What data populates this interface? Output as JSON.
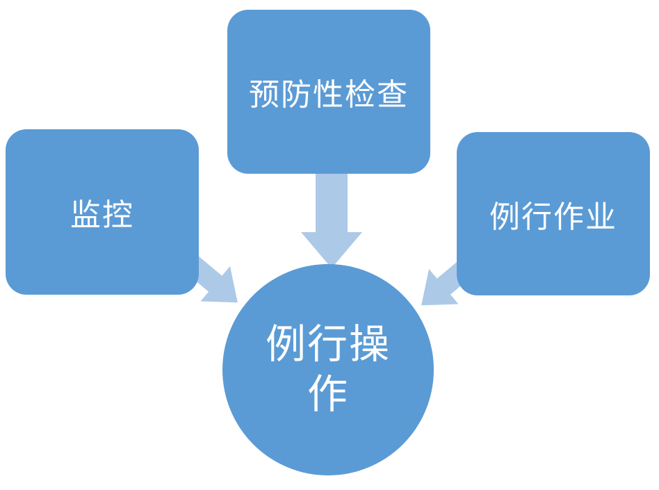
{
  "diagram": {
    "title": "routine-operation-inputs-diagram",
    "colors": {
      "background": "#ffffff",
      "node_fill": "#5b9bd5",
      "arrow_fill": "#adc9e8",
      "text": "#ffffff"
    },
    "nodes": {
      "monitoring": {
        "label": "监控"
      },
      "preventive_inspection": {
        "label": "预防性检查"
      },
      "routine_work": {
        "label": "例行作业"
      },
      "routine_operation": {
        "label": "例行操作"
      }
    },
    "edges": [
      {
        "from": "monitoring",
        "to": "routine_operation"
      },
      {
        "from": "preventive_inspection",
        "to": "routine_operation"
      },
      {
        "from": "routine_work",
        "to": "routine_operation"
      }
    ]
  }
}
